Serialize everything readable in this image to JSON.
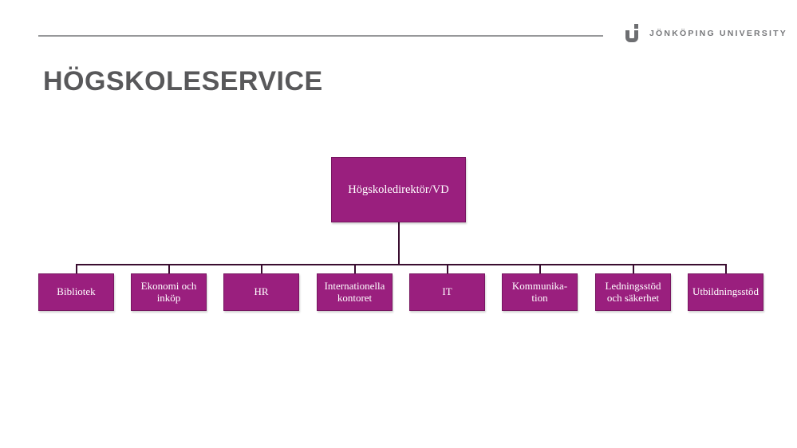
{
  "brand": {
    "logo_text": "JÖNKÖPING UNIVERSITY",
    "logo_icon": "ju-monogram",
    "logo_color": "#6d6e71",
    "logo_text_color": "#77787b"
  },
  "page": {
    "title": "HÖGSKOLESERVICE",
    "title_color": "#58585a",
    "background": "#ffffff"
  },
  "org_chart": {
    "type": "org-tree",
    "root": {
      "label": "Högskoledirektör/VD"
    },
    "children": [
      {
        "label": "Bibliotek"
      },
      {
        "label": "Ekonomi och inköp"
      },
      {
        "label": "HR"
      },
      {
        "label": "Internationella kontoret"
      },
      {
        "label": "IT"
      },
      {
        "label": "Kommunika-\ntion"
      },
      {
        "label": "Ledningsstöd och säkerhet"
      },
      {
        "label": "Utbildningsstöd"
      }
    ],
    "colors": {
      "box_fill": "#9a1f7e",
      "box_border": "#771660",
      "box_text": "#ffffff",
      "connector": "#3a0d30",
      "header_rule": "#97989a"
    }
  }
}
